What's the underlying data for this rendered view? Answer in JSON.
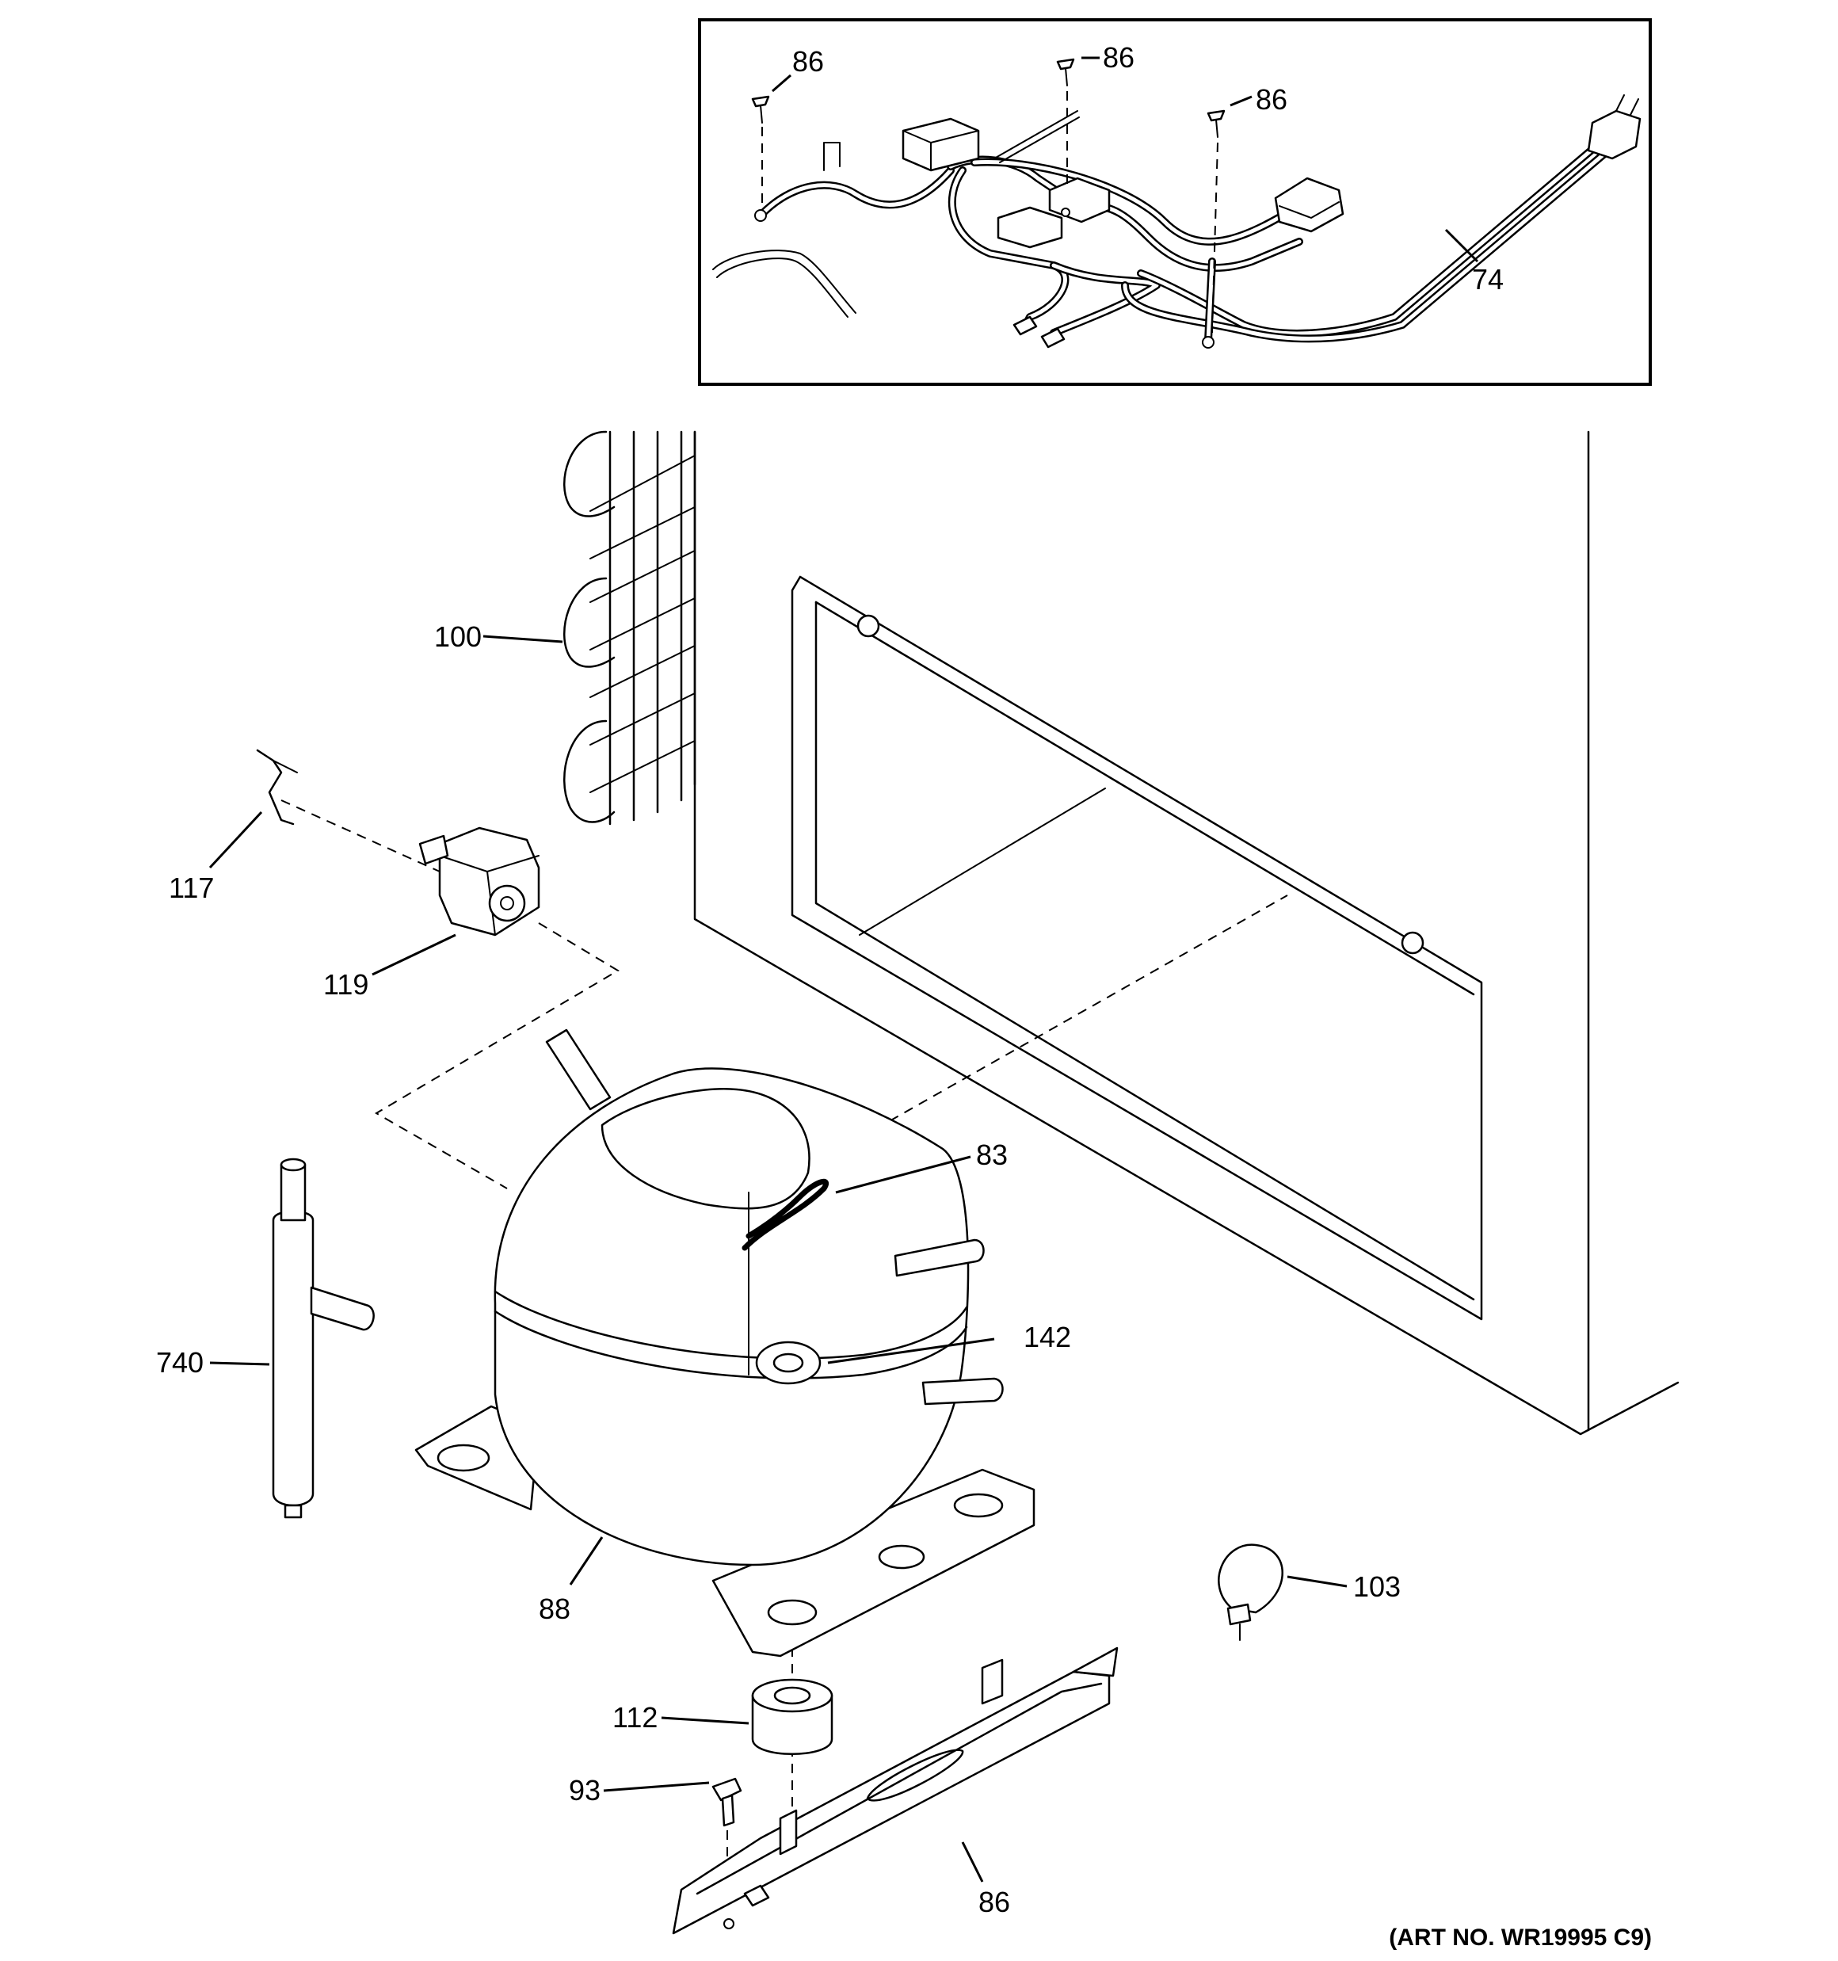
{
  "art_number": "(ART NO. WR19995 C9)",
  "callouts": {
    "screw_top_left": "86",
    "screw_top_center": "86",
    "screw_top_right": "86",
    "power_cord": "74",
    "condenser": "100",
    "clip": "117",
    "relay": "119",
    "overload_wire": "83",
    "grommet": "142",
    "drier": "740",
    "compressor": "88",
    "clamp": "103",
    "mount_grommet": "112",
    "bolt": "93",
    "base_plate": "86"
  }
}
